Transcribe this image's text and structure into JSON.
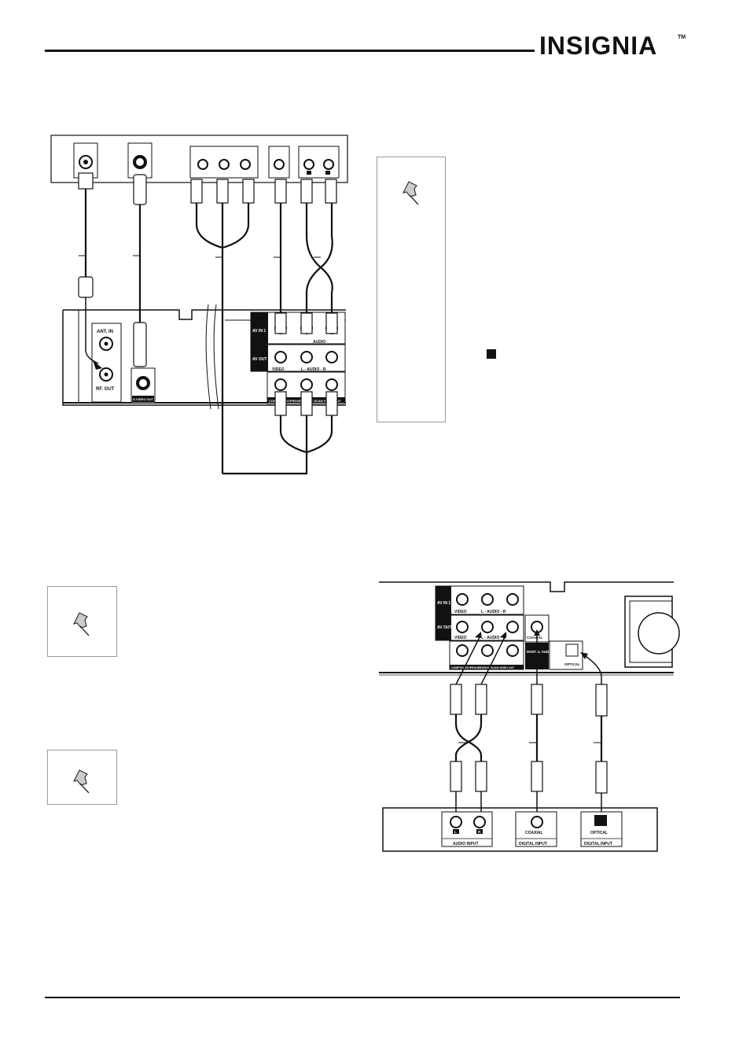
{
  "header": {
    "logo_text": "INSIGNIA",
    "trademark": "TM"
  },
  "tv_diagram": {
    "vcr_labels": {
      "ant_in": "ANT. IN",
      "rf_out": "RF. OUT",
      "s_video_out": "S-VIDEO OUT",
      "av_in_1": "AV IN 1",
      "av_out": "AV OUT",
      "video": "VIDEO",
      "audio": "AUDIO",
      "audio_lr": "L - AUDIO - R",
      "component_out": "COMPONENT/PROGRESSIVE SCAN VIDEO OUT"
    }
  },
  "audio_diagram": {
    "recorder_labels": {
      "av_in_1": "AV IN 1",
      "av_out": "AV OUT",
      "video": "VIDEO",
      "audio_lr": "L - AUDIO - R",
      "component_out": "COMPONENT/PROGRESSIVE SCAN VIDEO OUT",
      "coaxial": "COAXIAL",
      "digital_audio_out": "DIGITAL AUDIO OUT",
      "optical": "OPTICAL"
    },
    "amp_labels": {
      "l": "L",
      "r": "R",
      "audio_input": "AUDIO INPUT",
      "coaxial": "COAXIAL",
      "digital_input": "DIGITAL INPUT",
      "optical": "OPTICAL",
      "digital_input_2": "DIGITAL INPUT"
    }
  }
}
